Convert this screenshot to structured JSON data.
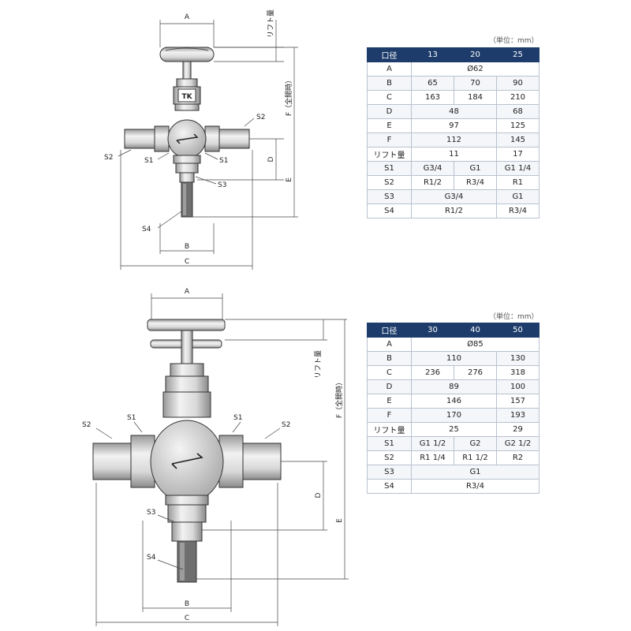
{
  "top": {
    "labels": {
      "a": "A",
      "b": "B",
      "c": "C",
      "d": "D",
      "e": "E",
      "f": "F（全開時）",
      "lift": "リフト量",
      "s1": "S1",
      "s2": "S2",
      "s3": "S3",
      "s4": "S4",
      "mark": "TK"
    },
    "unit": "（単位：mm）",
    "table": {
      "header": [
        "口径",
        "13",
        "20",
        "25"
      ],
      "rows": [
        {
          "label": "A",
          "cells": [
            {
              "v": "Ø62",
              "span": 3
            }
          ]
        },
        {
          "label": "B",
          "cells": [
            {
              "v": "65",
              "span": 1
            },
            {
              "v": "70",
              "span": 1
            },
            {
              "v": "90",
              "span": 1
            }
          ]
        },
        {
          "label": "C",
          "cells": [
            {
              "v": "163",
              "span": 1
            },
            {
              "v": "184",
              "span": 1
            },
            {
              "v": "210",
              "span": 1
            }
          ]
        },
        {
          "label": "D",
          "cells": [
            {
              "v": "48",
              "span": 2
            },
            {
              "v": "68",
              "span": 1
            }
          ]
        },
        {
          "label": "E",
          "cells": [
            {
              "v": "97",
              "span": 2
            },
            {
              "v": "125",
              "span": 1
            }
          ]
        },
        {
          "label": "F",
          "cells": [
            {
              "v": "112",
              "span": 2
            },
            {
              "v": "145",
              "span": 1
            }
          ]
        },
        {
          "label": "リフト量",
          "cells": [
            {
              "v": "11",
              "span": 2
            },
            {
              "v": "17",
              "span": 1
            }
          ]
        },
        {
          "label": "S1",
          "cells": [
            {
              "v": "G3/4",
              "span": 1
            },
            {
              "v": "G1",
              "span": 1
            },
            {
              "v": "G1 1/4",
              "span": 1
            }
          ]
        },
        {
          "label": "S2",
          "cells": [
            {
              "v": "R1/2",
              "span": 1
            },
            {
              "v": "R3/4",
              "span": 1
            },
            {
              "v": "R1",
              "span": 1
            }
          ]
        },
        {
          "label": "S3",
          "cells": [
            {
              "v": "G3/4",
              "span": 2
            },
            {
              "v": "G1",
              "span": 1
            }
          ]
        },
        {
          "label": "S4",
          "cells": [
            {
              "v": "R1/2",
              "span": 2
            },
            {
              "v": "R3/4",
              "span": 1
            }
          ]
        }
      ]
    }
  },
  "bottom": {
    "labels": {
      "a": "A",
      "b": "B",
      "c": "C",
      "d": "D",
      "e": "E",
      "f": "F（全開時）",
      "lift": "リフト量",
      "s1": "S1",
      "s2": "S2",
      "s3": "S3",
      "s4": "S4"
    },
    "unit": "（単位：mm）",
    "table": {
      "header": [
        "口径",
        "30",
        "40",
        "50"
      ],
      "rows": [
        {
          "label": "A",
          "cells": [
            {
              "v": "Ø85",
              "span": 3
            }
          ]
        },
        {
          "label": "B",
          "cells": [
            {
              "v": "110",
              "span": 2
            },
            {
              "v": "130",
              "span": 1
            }
          ]
        },
        {
          "label": "C",
          "cells": [
            {
              "v": "236",
              "span": 1
            },
            {
              "v": "276",
              "span": 1
            },
            {
              "v": "318",
              "span": 1
            }
          ]
        },
        {
          "label": "D",
          "cells": [
            {
              "v": "89",
              "span": 2
            },
            {
              "v": "100",
              "span": 1
            }
          ]
        },
        {
          "label": "E",
          "cells": [
            {
              "v": "146",
              "span": 2
            },
            {
              "v": "157",
              "span": 1
            }
          ]
        },
        {
          "label": "F",
          "cells": [
            {
              "v": "170",
              "span": 2
            },
            {
              "v": "193",
              "span": 1
            }
          ]
        },
        {
          "label": "リフト量",
          "cells": [
            {
              "v": "25",
              "span": 2
            },
            {
              "v": "29",
              "span": 1
            }
          ]
        },
        {
          "label": "S1",
          "cells": [
            {
              "v": "G1 1/2",
              "span": 1
            },
            {
              "v": "G2",
              "span": 1
            },
            {
              "v": "G2 1/2",
              "span": 1
            }
          ]
        },
        {
          "label": "S2",
          "cells": [
            {
              "v": "R1 1/4",
              "span": 1
            },
            {
              "v": "R1 1/2",
              "span": 1
            },
            {
              "v": "R2",
              "span": 1
            }
          ]
        },
        {
          "label": "S3",
          "cells": [
            {
              "v": "G1",
              "span": 3
            }
          ]
        },
        {
          "label": "S4",
          "cells": [
            {
              "v": "R3/4",
              "span": 3
            }
          ]
        }
      ]
    }
  },
  "colors": {
    "header_bg": "#1d3c6b",
    "header_text": "#ffffff",
    "line": "#333333",
    "body_fill": "#e6e6e6",
    "dark_fill": "#6f6f6f"
  }
}
